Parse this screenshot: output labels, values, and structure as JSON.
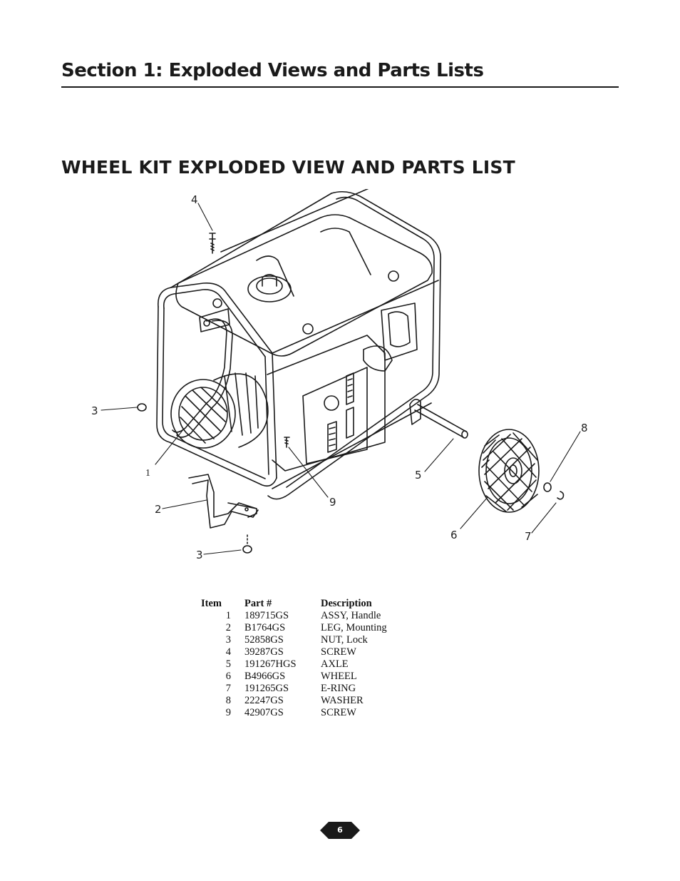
{
  "section_title": "Section 1: Exploded Views and Parts Lists",
  "kit_heading": "WHEEL KIT EXPLODED VIEW AND PARTS LIST",
  "diagram": {
    "callouts": [
      "1",
      "2",
      "3",
      "3",
      "4",
      "5",
      "6",
      "7",
      "8",
      "9"
    ]
  },
  "parts_table": {
    "headers": {
      "item": "Item",
      "part": "Part #",
      "description": "Description"
    },
    "rows": [
      {
        "item": "1",
        "part": "189715GS",
        "description": "ASSY, Handle"
      },
      {
        "item": "2",
        "part": "B1764GS",
        "description": "LEG, Mounting"
      },
      {
        "item": "3",
        "part": "52858GS",
        "description": "NUT, Lock"
      },
      {
        "item": "4",
        "part": "39287GS",
        "description": "SCREW"
      },
      {
        "item": "5",
        "part": "191267HGS",
        "description": "AXLE"
      },
      {
        "item": "6",
        "part": "B4966GS",
        "description": "WHEEL"
      },
      {
        "item": "7",
        "part": "191265GS",
        "description": "E-RING"
      },
      {
        "item": "8",
        "part": "22247GS",
        "description": "WASHER"
      },
      {
        "item": "9",
        "part": "42907GS",
        "description": "SCREW"
      }
    ]
  },
  "page_number": "6"
}
